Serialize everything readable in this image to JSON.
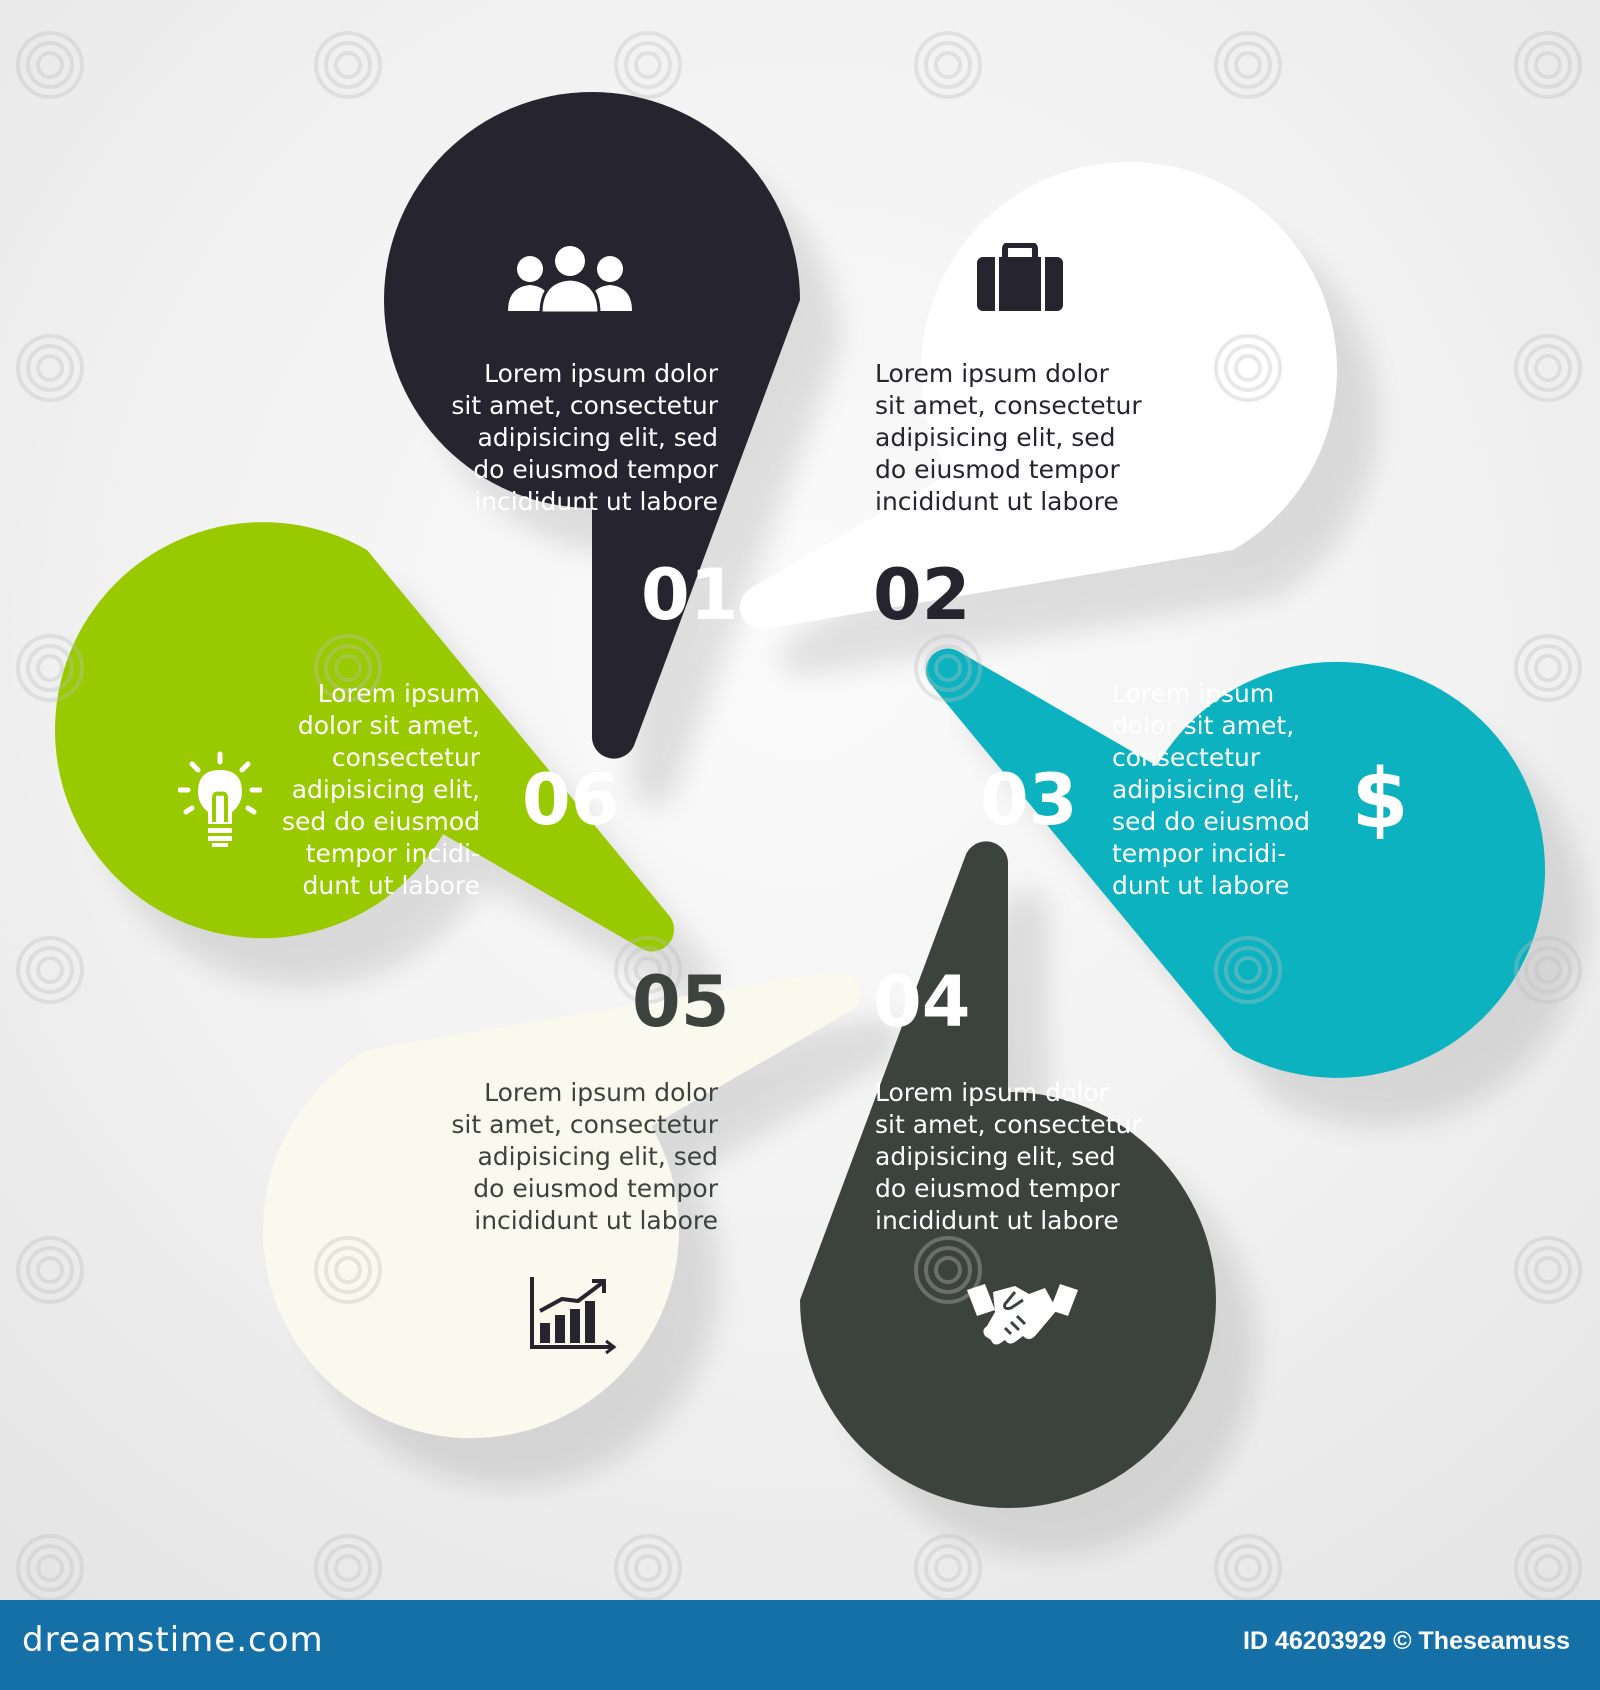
{
  "petals": [
    {
      "number": "01",
      "text": "Lorem ipsum dolor\nsit amet, consectetur\nadipisicing elit, sed\ndo eiusmod tempor\nincididunt ut labore",
      "color": "#25242f",
      "text_color": "#ffffff",
      "icon": "people-group-icon"
    },
    {
      "number": "02",
      "text": "Lorem ipsum dolor\nsit amet, consectetur\nadipisicing elit, sed\ndo eiusmod tempor\nincididunt ut labore",
      "color": "#ffffff",
      "text_color": "#25242f",
      "icon": "briefcase-icon"
    },
    {
      "number": "03",
      "text": "Lorem ipsum\ndolor sit amet,\nconsectetur\nadipisicing elit,\nsed do eiusmod\ntempor incidi-\ndunt ut labore",
      "color": "#0cb2bf",
      "text_color": "#ffffff",
      "icon": "dollar-icon"
    },
    {
      "number": "04",
      "text": "Lorem ipsum dolor\nsit amet, consectetur\nadipisicing elit, sed\ndo eiusmod tempor\nincididunt ut labore",
      "color": "#3c433f",
      "text_color": "#ffffff",
      "icon": "handshake-icon"
    },
    {
      "number": "05",
      "text": "Lorem ipsum dolor\nsit amet, consectetur\nadipisicing elit, sed\ndo eiusmod tempor\nincididunt ut labore",
      "color": "#f9faed",
      "text_color": "#3c433f",
      "icon": "bar-chart-icon"
    },
    {
      "number": "06",
      "text": "Lorem ipsum\ndolor sit amet,\nconsectetur\nadipisicing elit,\nsed do eiusmod\ntempor incidi-\ndunt ut labore",
      "color": "#99ca00",
      "text_color": "#ffffff",
      "icon": "lightbulb-icon"
    }
  ],
  "footer": {
    "logo": "dreamstime.com",
    "credit": "ID 46203929 © Theseamuss"
  }
}
